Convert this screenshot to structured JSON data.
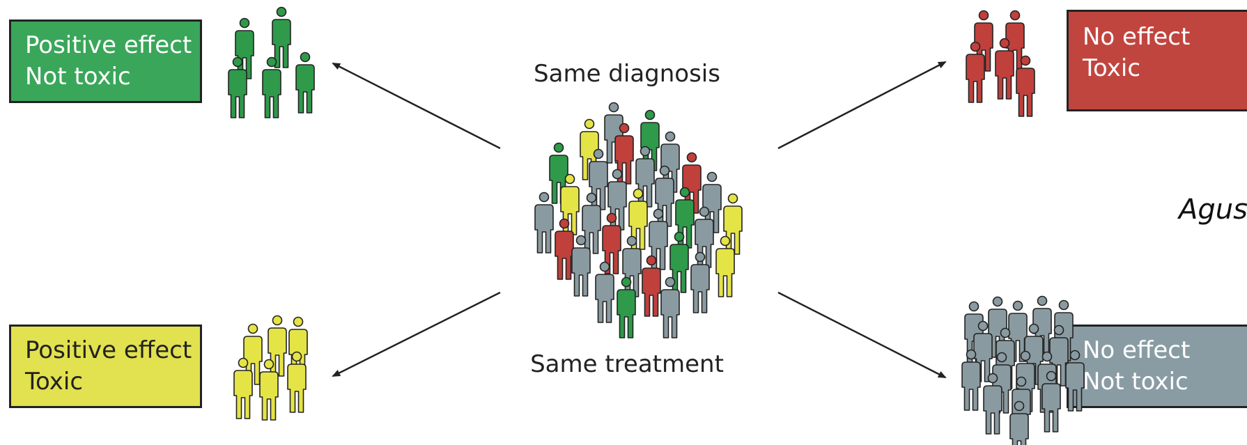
{
  "boxes": {
    "top_left": {
      "line1": "Positive effect",
      "line2": "Not toxic"
    },
    "bottom_left": {
      "line1": "Positive effect",
      "line2": "Toxic"
    },
    "top_right": {
      "line1": "No effect",
      "line2": "Toxic"
    },
    "bottom_right": {
      "line1": "No effect",
      "line2": "Not toxic"
    }
  },
  "center": {
    "top_label": "Same diagnosis",
    "bottom_label": "Same treatment"
  },
  "credit": "Agus",
  "colors": {
    "green": "#2e9a4a",
    "yellow": "#e5e446",
    "red": "#c0403b",
    "gray": "#8a9aa1",
    "outline": "#222222"
  }
}
